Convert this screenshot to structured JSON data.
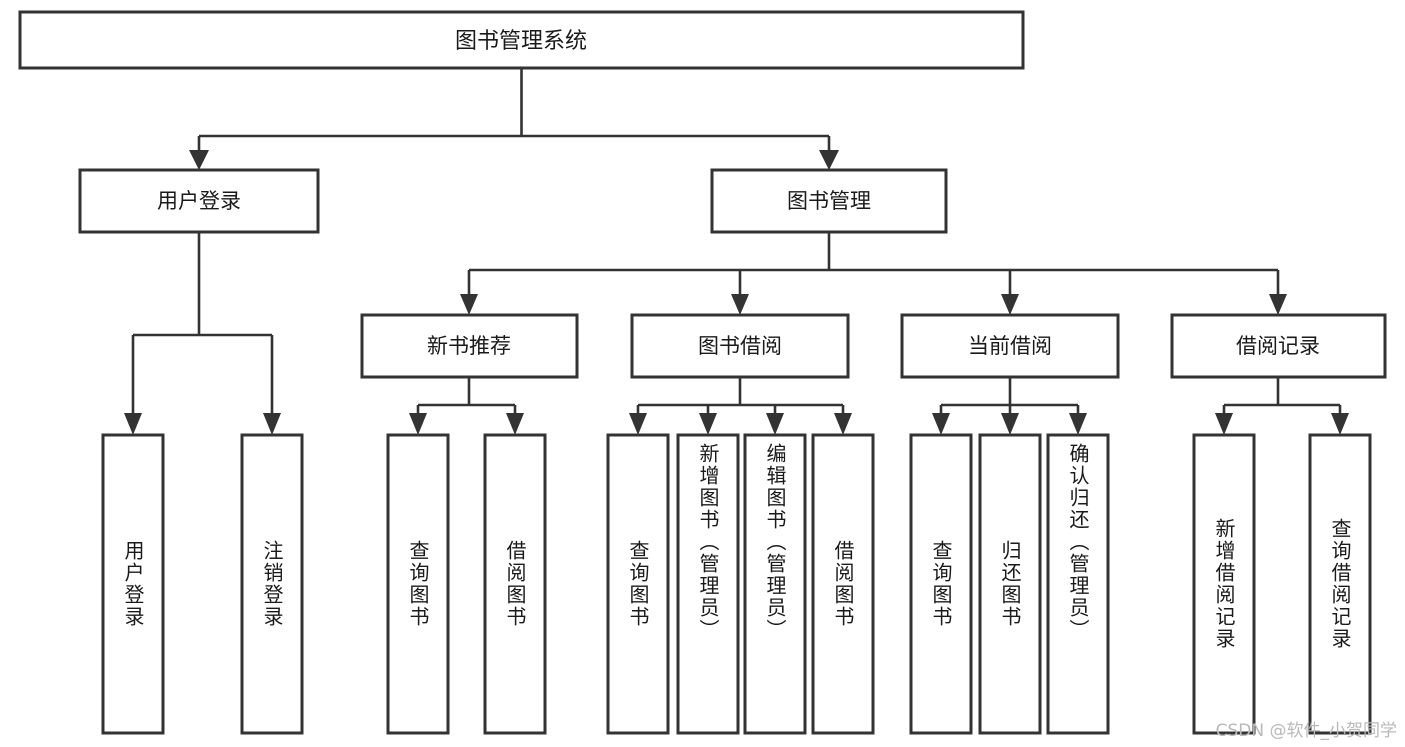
{
  "diagram": {
    "type": "tree",
    "title": "图书管理系统",
    "root": {
      "id": "root",
      "label": "图书管理系统",
      "orientation": "horizontal"
    },
    "level2": [
      {
        "id": "user-login",
        "label": "用户登录",
        "orientation": "horizontal"
      },
      {
        "id": "book-manage",
        "label": "图书管理",
        "orientation": "horizontal"
      }
    ],
    "level3": [
      {
        "id": "new-book-recommend",
        "label": "新书推荐",
        "orientation": "horizontal",
        "parent": "book-manage"
      },
      {
        "id": "book-borrow",
        "label": "图书借阅",
        "orientation": "horizontal",
        "parent": "book-manage"
      },
      {
        "id": "current-borrow",
        "label": "当前借阅",
        "orientation": "horizontal",
        "parent": "book-manage"
      },
      {
        "id": "borrow-record",
        "label": "借阅记录",
        "orientation": "horizontal",
        "parent": "book-manage"
      }
    ],
    "leaves": [
      {
        "id": "leaf-user-login",
        "label": "用户登录",
        "orientation": "vertical",
        "parent": "user-login"
      },
      {
        "id": "leaf-user-logout",
        "label": "注销登录",
        "orientation": "vertical",
        "parent": "user-login"
      },
      {
        "id": "leaf-query-book-1",
        "label": "查询图书",
        "orientation": "vertical",
        "parent": "new-book-recommend"
      },
      {
        "id": "leaf-borrow-book-1",
        "label": "借阅图书",
        "orientation": "vertical",
        "parent": "new-book-recommend"
      },
      {
        "id": "leaf-query-book-2",
        "label": "查询图书",
        "orientation": "vertical",
        "parent": "book-borrow"
      },
      {
        "id": "leaf-add-book",
        "label": "新增图书（管理员）",
        "orientation": "vertical",
        "parent": "book-borrow"
      },
      {
        "id": "leaf-edit-book",
        "label": "编辑图书（管理员）",
        "orientation": "vertical",
        "parent": "book-borrow"
      },
      {
        "id": "leaf-borrow-book-2",
        "label": "借阅图书",
        "orientation": "vertical",
        "parent": "book-borrow"
      },
      {
        "id": "leaf-query-book-3",
        "label": "查询图书",
        "orientation": "vertical",
        "parent": "current-borrow"
      },
      {
        "id": "leaf-return-book",
        "label": "归还图书",
        "orientation": "vertical",
        "parent": "current-borrow"
      },
      {
        "id": "leaf-confirm-return",
        "label": "确认归还（管理员）",
        "orientation": "vertical",
        "parent": "current-borrow"
      },
      {
        "id": "leaf-add-record",
        "label": "新增借阅记录",
        "orientation": "vertical",
        "parent": "borrow-record"
      },
      {
        "id": "leaf-query-record",
        "label": "查询借阅记录",
        "orientation": "vertical",
        "parent": "borrow-record"
      }
    ]
  },
  "watermark": {
    "text": "CSDN @软件_小贺同学"
  },
  "colors": {
    "background": "#ffffff",
    "box_fill": "#ffffff",
    "box_stroke": "#333333",
    "connector": "#333333",
    "text": "#1a1a1a",
    "watermark": "#b9b9b9"
  }
}
